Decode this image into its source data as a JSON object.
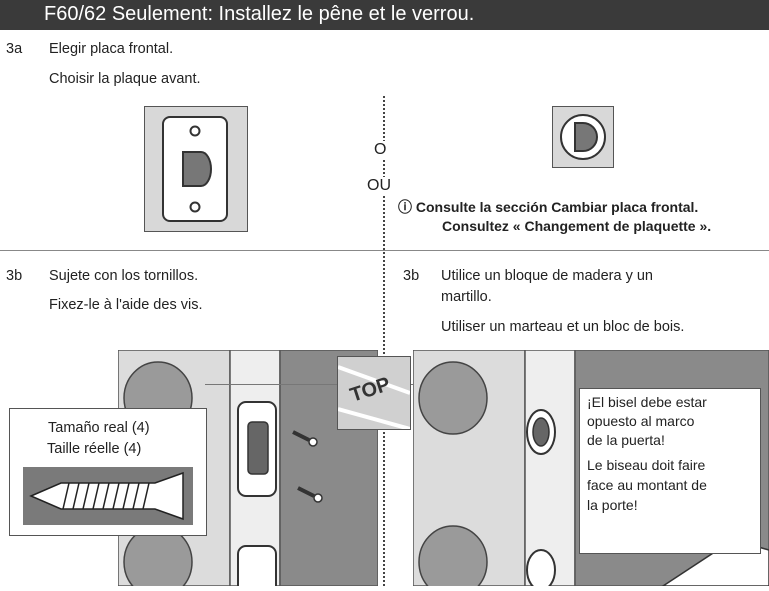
{
  "header": {
    "title": "F60/62 Seulement: Installez le pêne et le verrou."
  },
  "step3a": {
    "number": "3a",
    "line_es": "Elegir placa frontal.",
    "line_fr": "Choisir la plaque avant.",
    "or_es": "O",
    "or_fr": "OU",
    "note_icon": "info-circle-icon",
    "note_es": "ⓘ Consulte la sección Cambiar placa frontal.",
    "note_fr": "Consultez « Changement de plaquette »."
  },
  "step3b_left": {
    "number": "3b",
    "line_es": "Sujete con los tornillos.",
    "line_fr": "Fixez-le à l'aide des vis.",
    "actual_size_es": "Tamaño real (4)",
    "actual_size_fr": "Taille réelle (4)"
  },
  "step3b_right": {
    "number": "3b",
    "line_es_1": "Utilice un bloque de madera y un",
    "line_es_2": "martillo.",
    "line_fr": "Utiliser un marteau et un bloc de bois."
  },
  "top_label": "TOP",
  "bevel_note": {
    "es_1": "¡El bisel debe estar",
    "es_2": "opuesto al marco",
    "es_3": "de la puerta!",
    "fr_1": "Le biseau doit faire",
    "fr_2": "face au montant de",
    "fr_3": "la porte!"
  }
}
